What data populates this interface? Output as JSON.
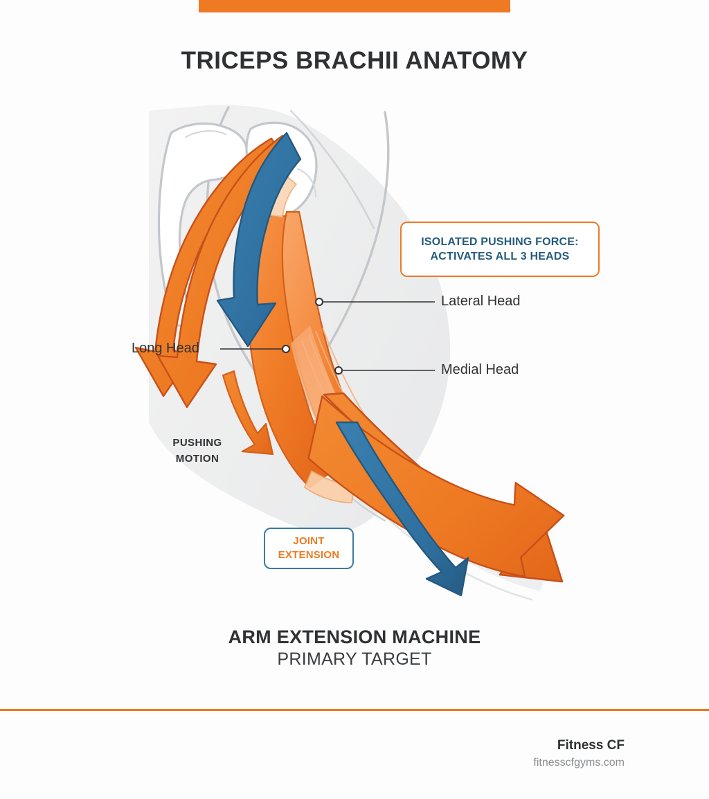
{
  "page": {
    "title": "TRICEPS BRACHII ANATOMY"
  },
  "callouts": {
    "primary": {
      "line1": "ISOLATED PUSHING FORCE:",
      "line2": "ACTIVATES ALL 3 HEADS",
      "border_color": "#ee7a23",
      "text_color": "#245b7d"
    },
    "secondary": {
      "line1": "JOINT",
      "line2": "EXTENSION",
      "border_color": "#3a7ba6",
      "text_color": "#ee7a23"
    }
  },
  "annotations": [
    {
      "label": "Lateral Head"
    },
    {
      "label": "Medial Head"
    },
    {
      "label": "Long Head"
    }
  ],
  "motion": {
    "pushing_line1": "PUSHING",
    "pushing_line2": "MOTION"
  },
  "caption": {
    "main": "ARM EXTENSION MACHINE",
    "sub": "PRIMARY TARGET"
  },
  "footer": {
    "brand": "Fitness CF",
    "website": "fitnesscfgyms.com",
    "rule_color": "#ee7a23"
  },
  "palette": {
    "orange": "#ee7a23",
    "orange_dark": "#c8501a",
    "orange_light": "#f79a55",
    "blue": "#2f6f9f",
    "blue_dark": "#24587f",
    "body_gray": "#efefef",
    "outline_gray": "#b4b8bc",
    "bone_white": "#ffffff",
    "text_dark": "#2f3133"
  }
}
